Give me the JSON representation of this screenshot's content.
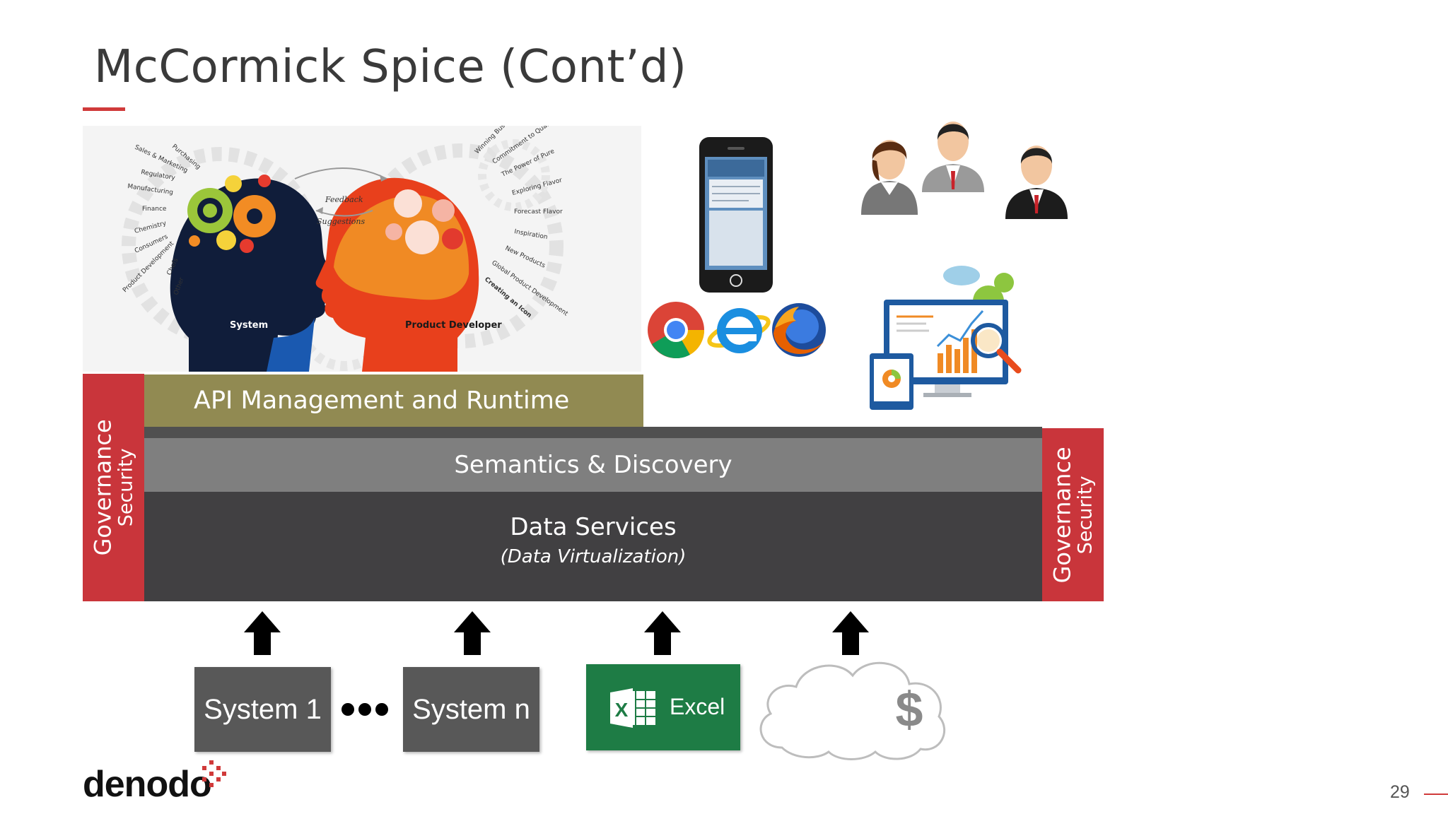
{
  "slide": {
    "title": "McCormick Spice (Cont’d)",
    "page_number": "29"
  },
  "illustration": {
    "left_head_label": "System",
    "right_head_label": "Product Developer",
    "middle_labels": [
      "Feedback",
      "Suggestions"
    ],
    "left_words": [
      "Purchasing",
      "Sales & Marketing",
      "Regulatory",
      "Manufacturing",
      "Finance",
      "Chemistry",
      "Consumers",
      "Product Development",
      "Chefs",
      "Other"
    ],
    "right_words": [
      "Winning Business",
      "Commitment to Quality",
      "The Power of Pure",
      "Exploring Flavor",
      "Forecast Flavor",
      "Inspiration",
      "New Products",
      "Global Product Development",
      "Creating an Icon"
    ]
  },
  "layers": {
    "api": "API Management and Runtime",
    "semantics": "Semantics & Discovery",
    "data_services": "Data Services",
    "data_services_sub": "(Data Virtualization)",
    "governance": "Governance",
    "security": "Security"
  },
  "sources": {
    "system1": "System 1",
    "systemn": "System n",
    "excel": "Excel",
    "dollar": "$"
  },
  "logo": {
    "text": "denodo"
  },
  "colors": {
    "red": "#c9353b",
    "olive": "#918a52",
    "grey": "#7f7f7f",
    "dark": "#414042",
    "excel_green": "#1e7c45"
  },
  "icons": [
    "smartphone-icon",
    "chrome-icon",
    "internet-explorer-icon",
    "firefox-icon",
    "users-icon",
    "analytics-dashboard-icon",
    "excel-icon",
    "cloud-icon",
    "up-arrow-icon"
  ]
}
